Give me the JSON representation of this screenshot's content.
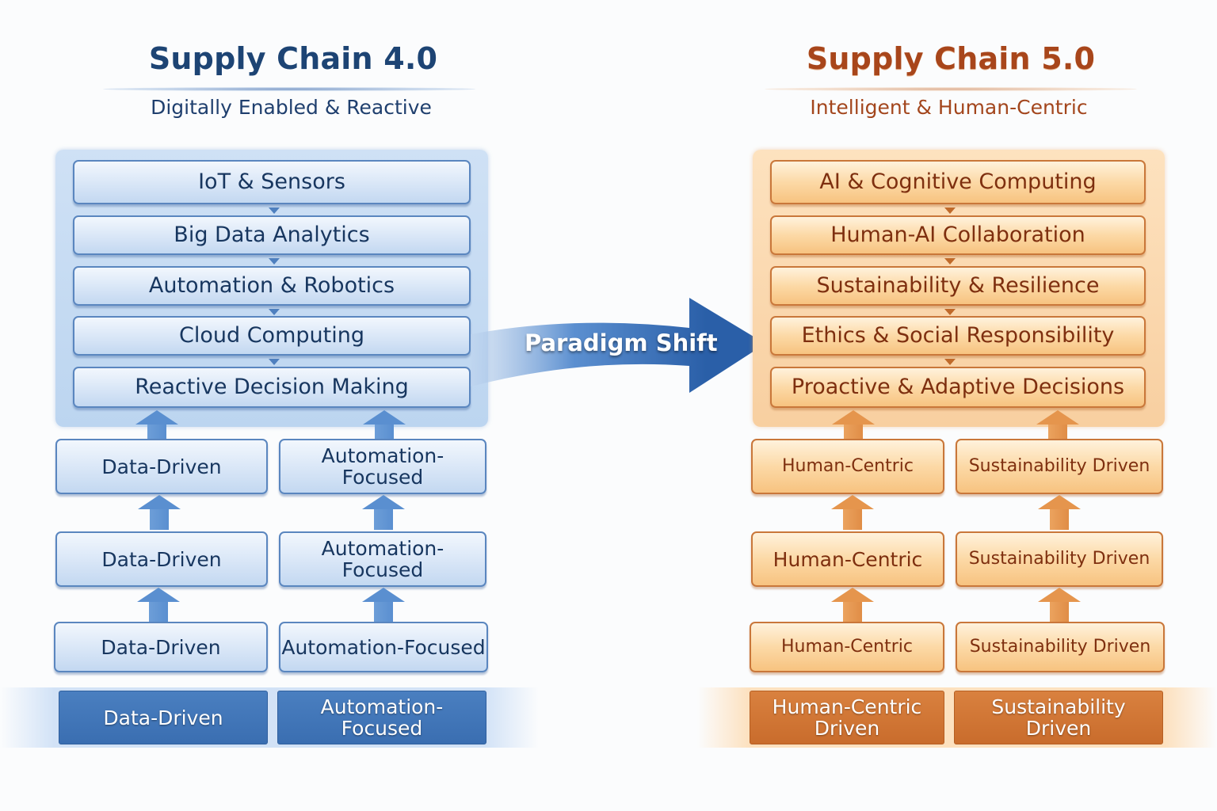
{
  "left": {
    "title": "Supply Chain 4.0",
    "subtitle": "Digitally Enabled & Reactive",
    "accent": "#1d4474",
    "layers": [
      "IoT & Sensors",
      "Big Data Analytics",
      "Automation & Robotics",
      "Cloud Computing",
      "Reactive Decision Making"
    ],
    "tiers": [
      [
        "Data-Driven",
        "Automation-\nFocused"
      ],
      [
        "Data-Driven",
        "Automation-\nFocused"
      ],
      [
        "Data-Driven",
        "Automation-Focused"
      ]
    ],
    "foundation": [
      "Data-Driven",
      "Automation-\nFocused"
    ]
  },
  "transition": {
    "label": "Paradigm Shift",
    "color": "#2a5fa8"
  },
  "right": {
    "title": "Supply Chain 5.0",
    "subtitle": "Intelligent & Human-Centric",
    "accent": "#a8461b",
    "layers": [
      "AI & Cognitive Computing",
      "Human-AI Collaboration",
      "Sustainability & Resilience",
      "Ethics & Social Responsibility",
      "Proactive & Adaptive Decisions"
    ],
    "tiers": [
      [
        "Human-Centric",
        "Sustainability Driven"
      ],
      [
        "Human-Centric",
        "Sustainability Driven"
      ],
      [
        "Human-Centric",
        "Sustainability Driven"
      ]
    ],
    "foundation": [
      "Human-Centric\nDriven",
      "Sustainability\nDriven"
    ]
  }
}
